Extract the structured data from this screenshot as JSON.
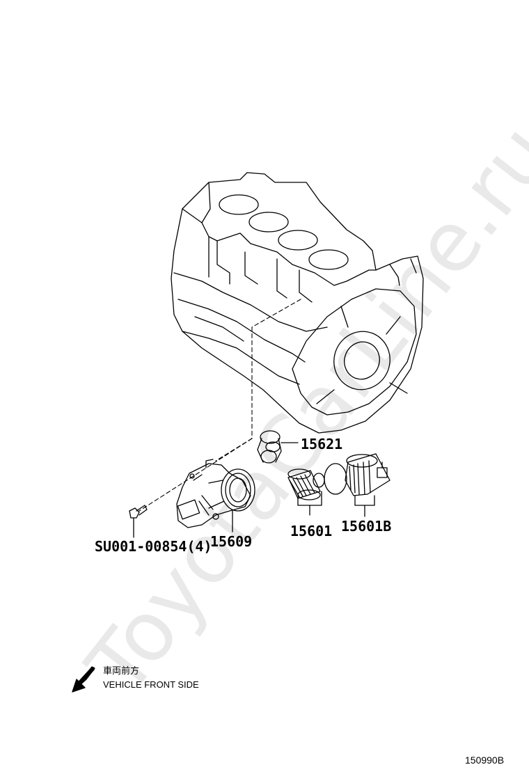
{
  "watermark": "ToyotaCarLine.ru",
  "callouts": {
    "gasket": "15621",
    "element": "15601",
    "cap": "15601B",
    "bolt": "SU001-00854(4)",
    "cooler": "15609"
  },
  "front_note": {
    "japanese": "車両前方",
    "english": "VEHICLE FRONT SIDE"
  },
  "diagram_id": "150990B"
}
